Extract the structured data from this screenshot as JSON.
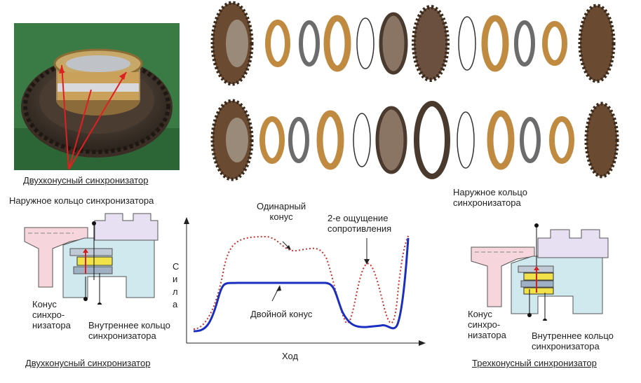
{
  "photo": {
    "caption": "Двухконусный синхронизатор"
  },
  "exploded_views": {
    "outer_ring_label": "Наружное кольцо\nсинхронизатора"
  },
  "double_cone_diagram": {
    "outer_ring_label": "Наружное кольцо синхронизатора",
    "cone_label": "Конус\nсинхро-\nнизатора",
    "inner_ring_label": "Внутреннее кольцо\nсинхронизатора",
    "caption": "Двухконусный синхронизатор"
  },
  "graph": {
    "ylabel": "Сила",
    "xlabel": "Ход",
    "single_cone_label": "Одинарный\nконус",
    "second_feel_label": "2-е ощущение\nсопротивления",
    "double_cone_label": "Двойной конус",
    "colors": {
      "single": "#c83232",
      "double": "#1a2fbf"
    }
  },
  "triple_cone_diagram": {
    "cone_label": "Конус\nсинхро-\nнизатора",
    "inner_ring_label": "Внутреннее кольцо\nсинхронизатора",
    "caption": "Трехконусный синхронизатор"
  }
}
